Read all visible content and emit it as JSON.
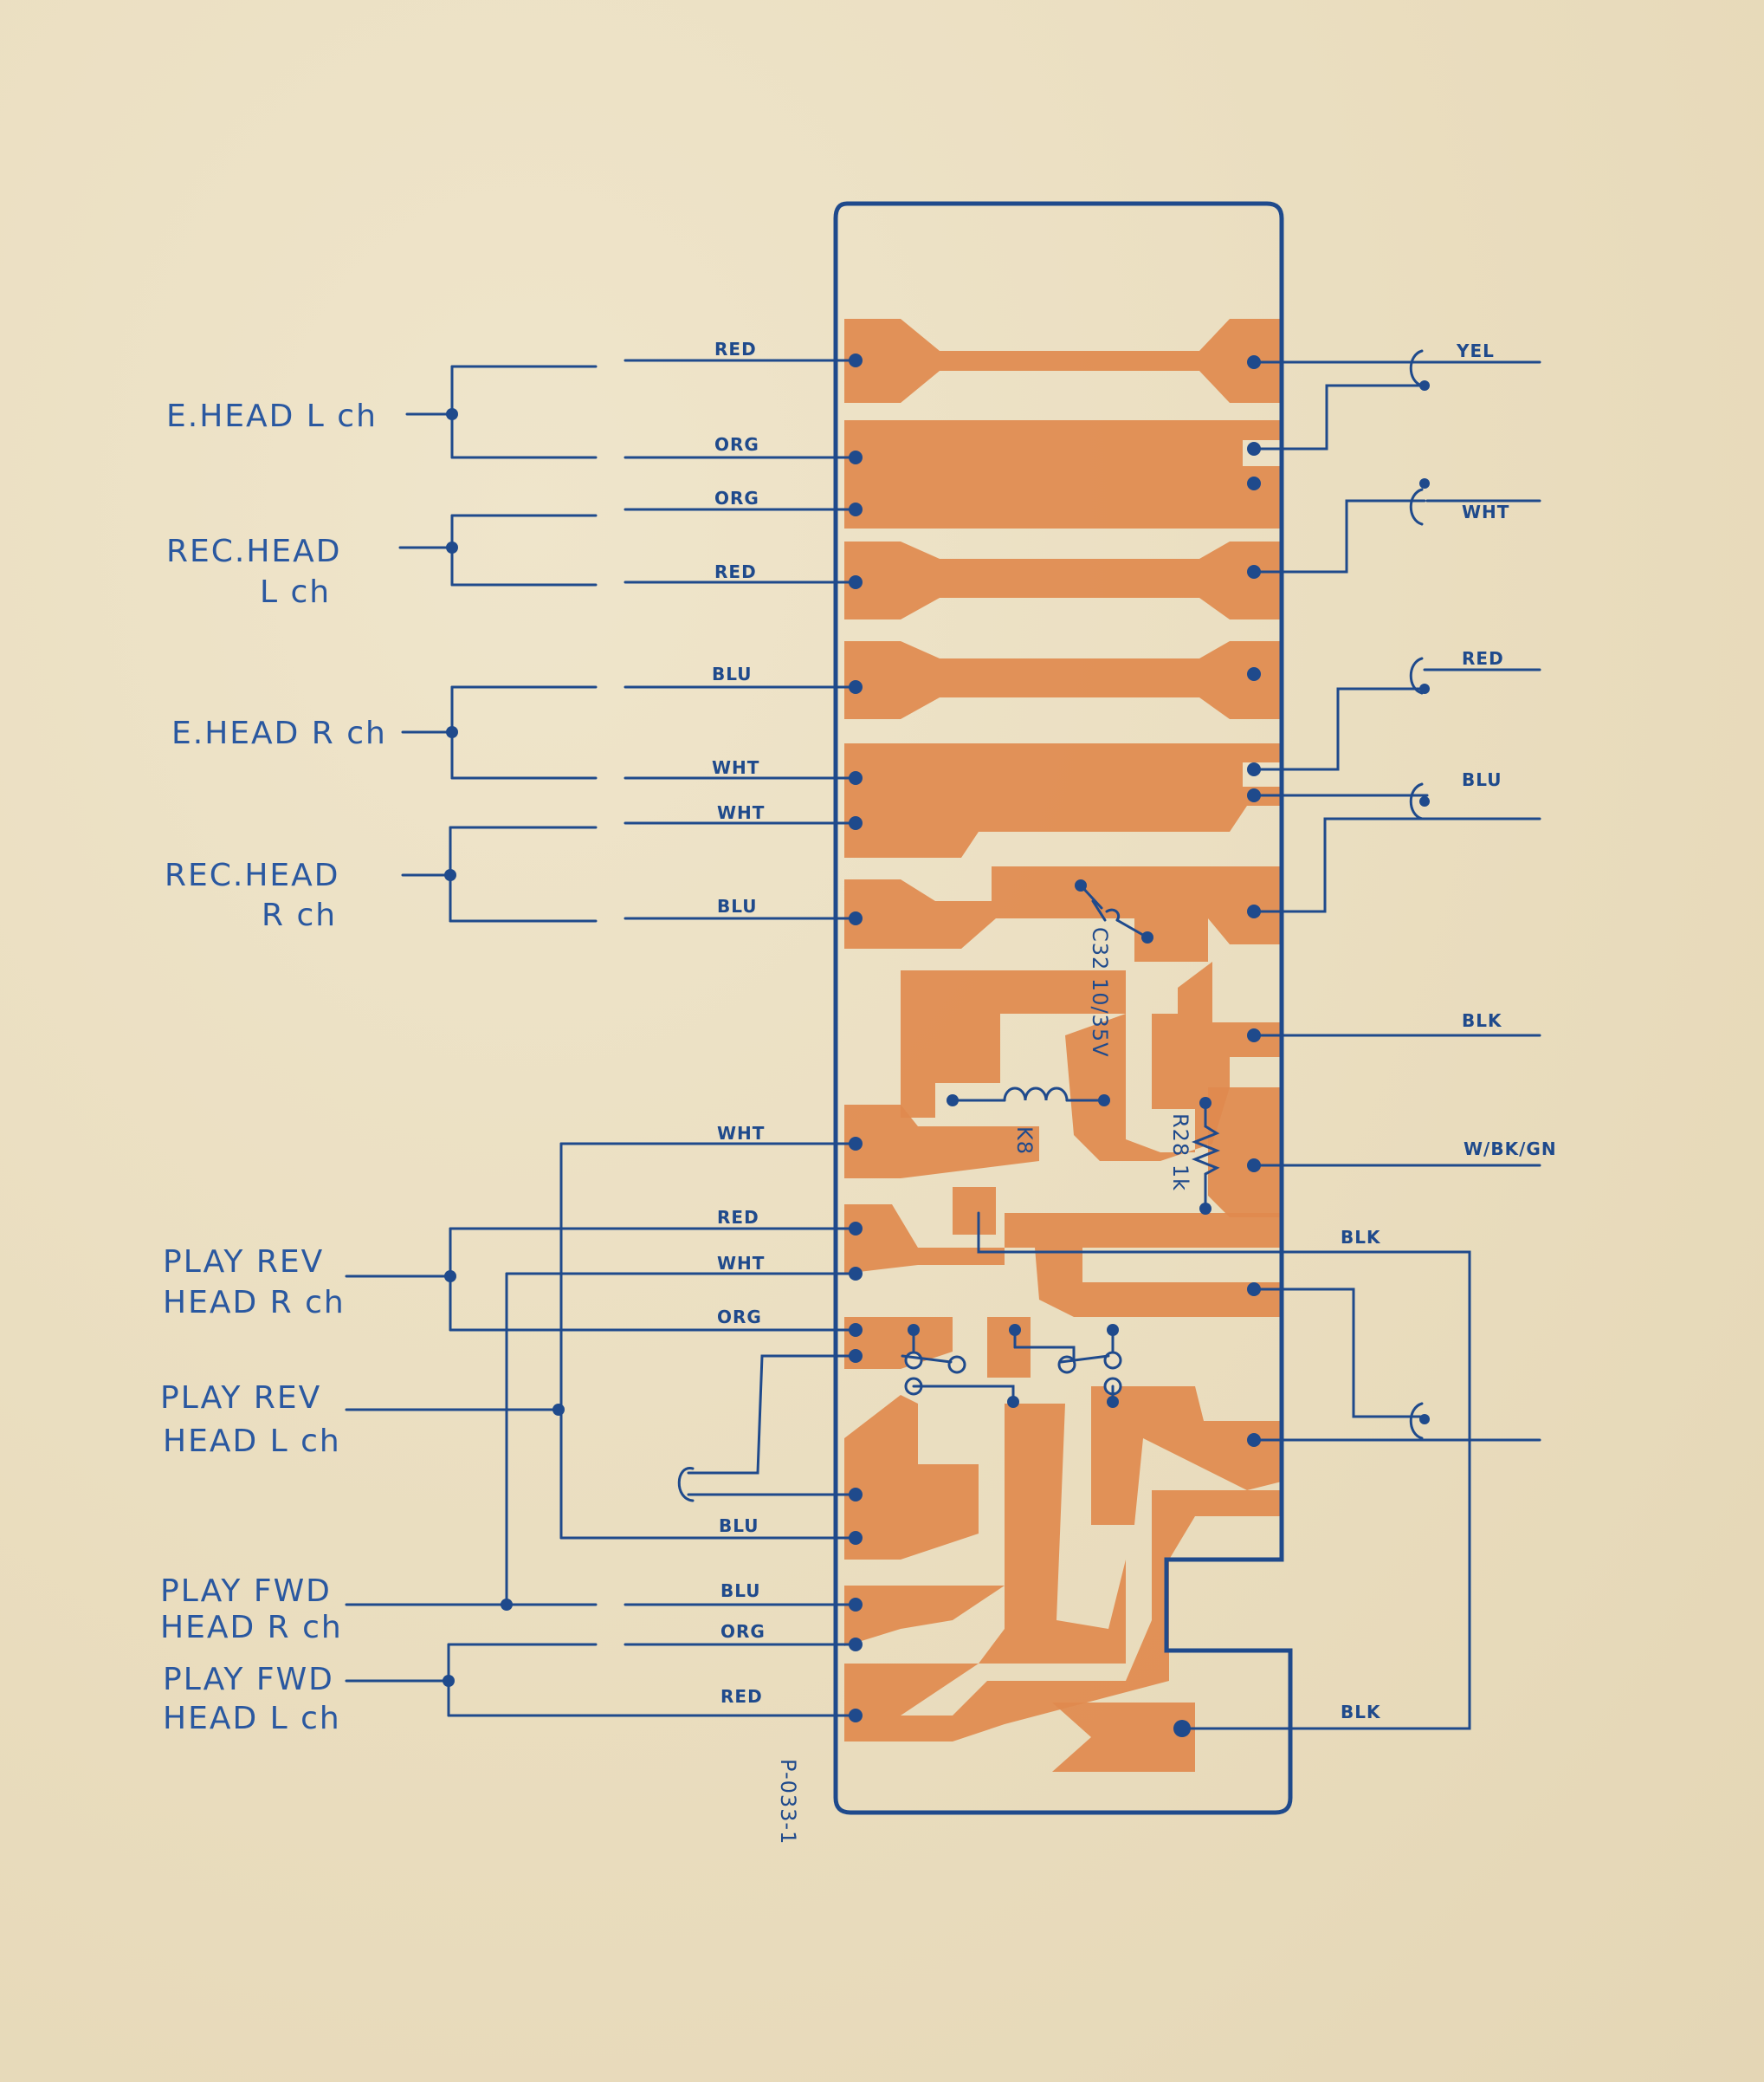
{
  "colors": {
    "ink": "#1f4a8c",
    "copper": "#e08a4e",
    "paper": "#ece0c4"
  },
  "heads": {
    "e_head_l": "E.HEAD L ch",
    "rec_head_l_1": "REC.HEAD",
    "rec_head_l_2": "L ch",
    "e_head_r": "E.HEAD R ch",
    "rec_head_r_1": "REC.HEAD",
    "rec_head_r_2": "R ch",
    "play_rev_r_1": "PLAY REV",
    "play_rev_r_2": "HEAD R ch",
    "play_rev_l_1": "PLAY REV",
    "play_rev_l_2": "HEAD L ch",
    "play_fwd_r_1": "PLAY FWD",
    "play_fwd_r_2": "HEAD R ch",
    "play_fwd_l_1": "PLAY FWD",
    "play_fwd_l_2": "HEAD L ch"
  },
  "left_wires": [
    "RED",
    "ORG",
    "ORG",
    "RED",
    "BLU",
    "WHT",
    "WHT",
    "BLU",
    "WHT",
    "RED",
    "WHT",
    "ORG",
    "BLU",
    "BLU",
    "ORG",
    "RED"
  ],
  "right_wires": [
    "YEL",
    "WHT",
    "RED",
    "BLU",
    "BLK",
    "W/BK/GN",
    "BLK",
    "BLK"
  ],
  "components": {
    "capacitor": "C32 10/35V",
    "resistor": "R28 1k",
    "inductor": "K8"
  },
  "board_id": "P-033-1"
}
